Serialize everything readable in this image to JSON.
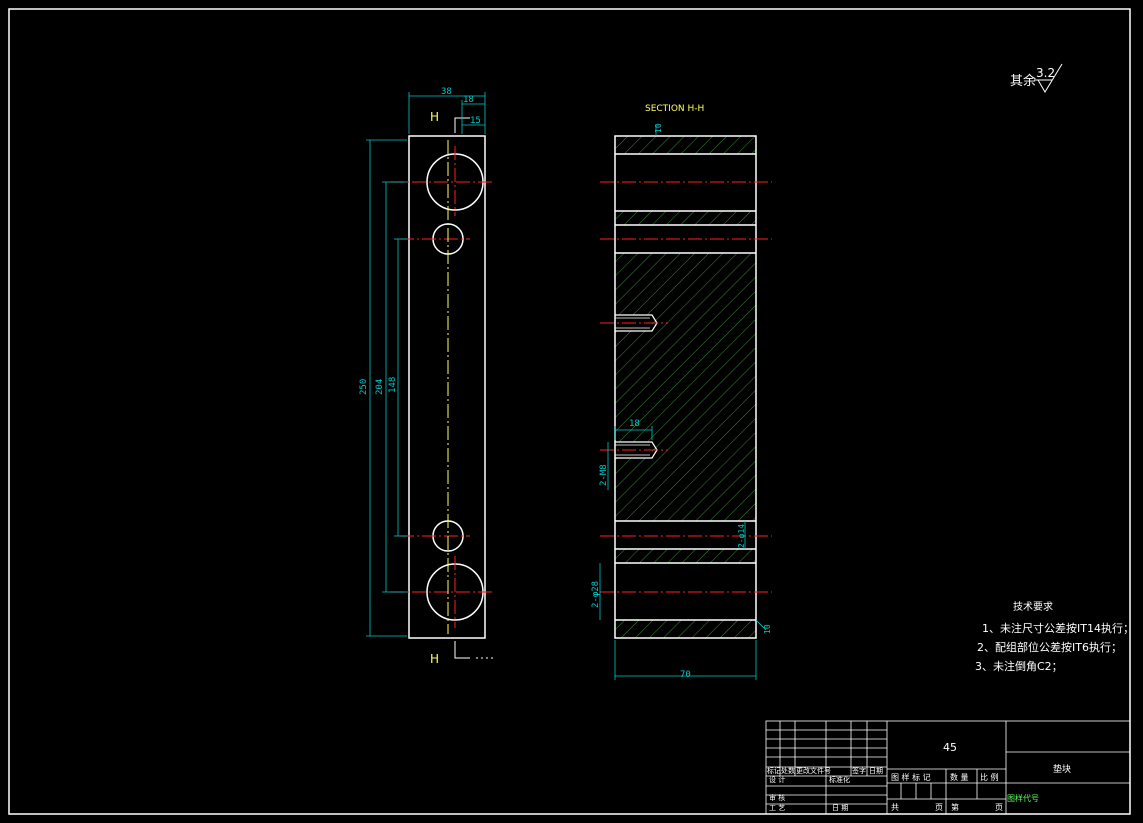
{
  "colors": {
    "background": "#000000",
    "outline": "#ffffff",
    "dimension": "#00c8c8",
    "centerline": "#ff2020",
    "hatch": "#3a8a3a",
    "label_yellow": "#ffff60",
    "label_green": "#60ff60"
  },
  "roughness": {
    "prefix": "其余",
    "value": "3.2"
  },
  "front_view": {
    "section_mark_top": "H",
    "section_mark_bottom": "H",
    "dims": {
      "width": "38",
      "d18": "18",
      "d15": "15",
      "height": "250",
      "d204": "204",
      "d148": "148"
    }
  },
  "section_view": {
    "title": "SECTION H-H",
    "dims": {
      "top": "10",
      "depth": "18",
      "thread": "2-M8",
      "hole_small": "2-φ14",
      "hole_large": "2-φ28",
      "bottom": "10",
      "width": "70"
    }
  },
  "tech": {
    "title": "技术要求",
    "items": [
      "1、未注尺寸公差按IT14执行；",
      "2、配组部位公差按IT6执行；",
      "3、未注倒角C2；"
    ]
  },
  "title_block": {
    "material": "45",
    "part_name": "垫块",
    "drawing_no": "图样代号",
    "row_headers": [
      "标记",
      "处数",
      "更改文件号",
      "签字",
      "日期"
    ],
    "design": "设 计",
    "standardize": "标准化",
    "check": "审 核",
    "process": "工 艺",
    "date": "日 期",
    "stage_marks": "图 样 标 记",
    "quantity": "数 量",
    "scale": "比 例",
    "total": "共",
    "sheet": "页",
    "page": "第",
    "page2": "页"
  }
}
